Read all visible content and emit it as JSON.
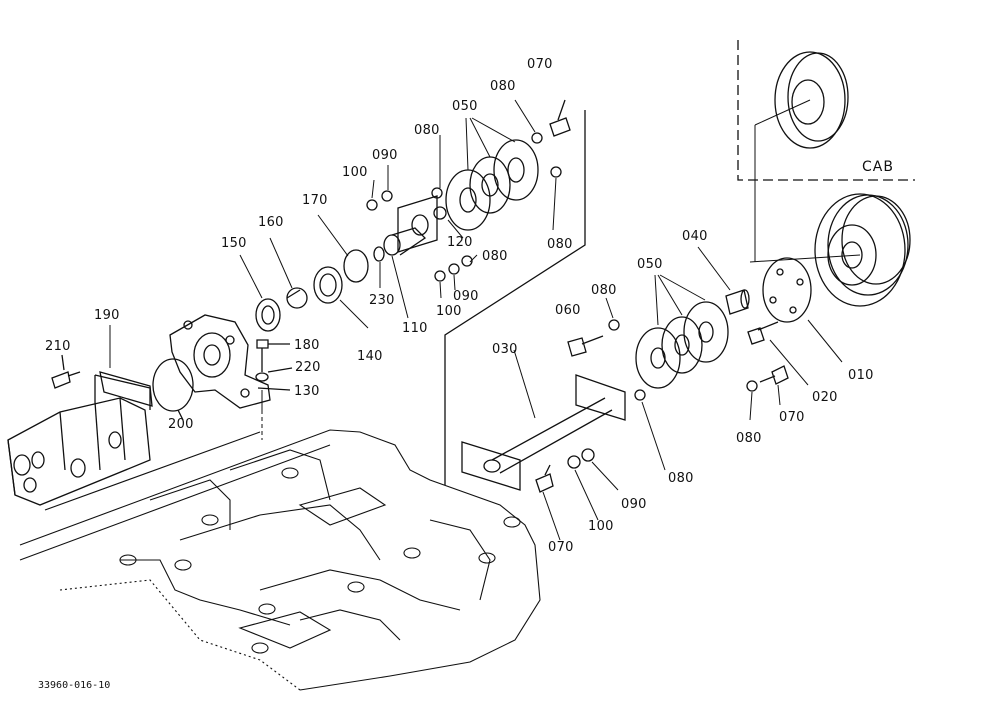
{
  "diagram": {
    "drawing_code": "33960-016-10",
    "zone_label": "CAB",
    "part_labels": {
      "p070a": "070",
      "p080a": "080",
      "p050a": "050",
      "p080b": "080",
      "p090a": "090",
      "p100a": "100",
      "p170": "170",
      "p160": "160",
      "p150": "150",
      "p120": "120",
      "p080c": "080",
      "p080d": "080",
      "p090b": "090",
      "p100b": "100",
      "p230": "230",
      "p110": "110",
      "p140": "140",
      "p190": "190",
      "p210": "210",
      "p180": "180",
      "p220": "220",
      "p130": "130",
      "p200": "200",
      "p040": "040",
      "p050b": "050",
      "p080e": "080",
      "p060": "060",
      "p030": "030",
      "p010": "010",
      "p020": "020",
      "p070b": "070",
      "p080f": "080",
      "p080g": "080",
      "p090c": "090",
      "p100c": "100",
      "p070c": "070"
    }
  }
}
